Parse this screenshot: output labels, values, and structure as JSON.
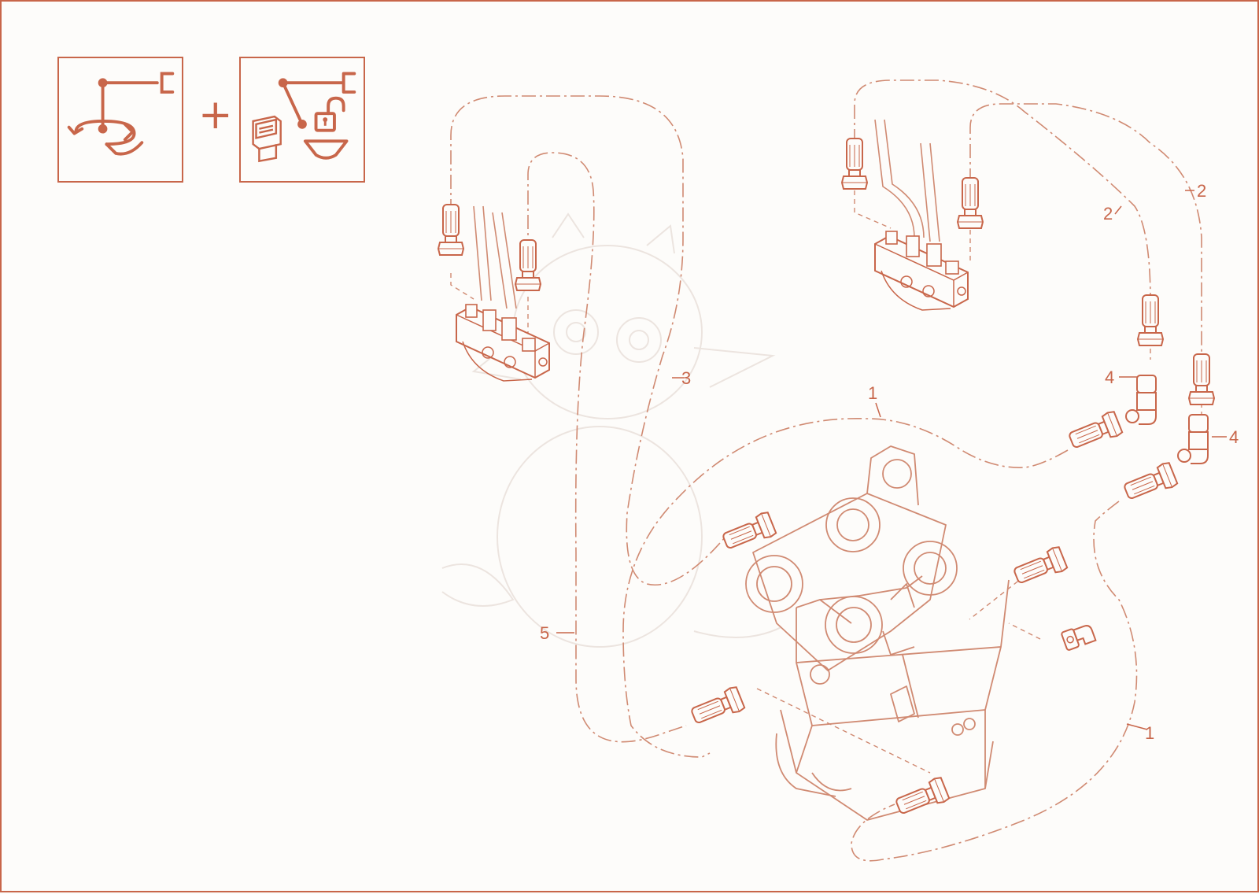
{
  "icons": {
    "rotation_function": "rotator-function-icon",
    "plus_sign": "+",
    "lock_function": "quick-coupler-lock-function-icon"
  },
  "callouts": {
    "hose_1_upper": "1",
    "hose_1_lower": "1",
    "hose_2_left": "2",
    "hose_2_right": "2",
    "hose_3": "3",
    "fitting_4_left": "4",
    "fitting_4_right": "4",
    "hose_5": "5"
  },
  "colors": {
    "accent": "#c8664a",
    "line": "#d08a72",
    "faint": "#ece4df",
    "background": "#fdfcfa"
  }
}
